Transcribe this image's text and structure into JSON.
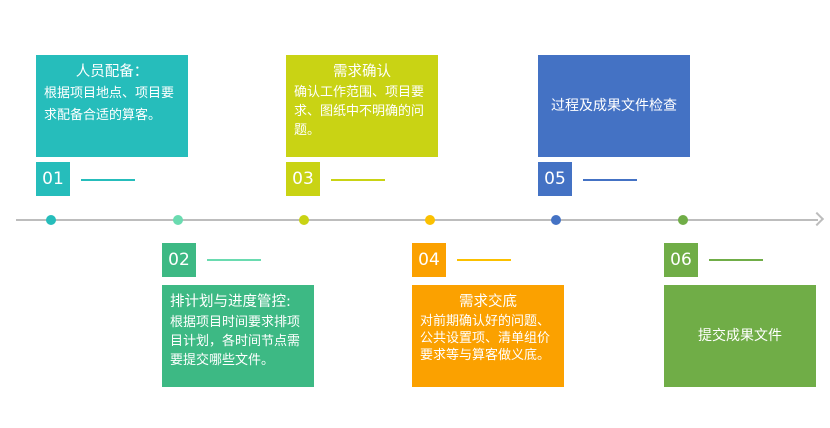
{
  "steps": [
    {
      "number": "01",
      "title": "人员配备：",
      "body": "根据项目地点、项目要求配备合适的算客。",
      "color": "#26BDBB",
      "line_color": "#26BDBB",
      "side": "top"
    },
    {
      "number": "02",
      "title": "排计划与进度管控:",
      "body": "根据项目时间要求排项目计划，各时间节点需要提交哪些文件。",
      "color": "#3DB984",
      "line_color": "#6ADBB0",
      "side": "bottom"
    },
    {
      "number": "03",
      "title": "需求确认",
      "body": "确认工作范围、项目要求、图纸中不明确的问题。",
      "color": "#C9D314",
      "line_color": "#C9D314",
      "side": "top"
    },
    {
      "number": "04",
      "title": "需求交底",
      "body": "对前期确认好的问题、公共设置项、清单组价要求等与算客做义底。",
      "color": "#FBA100",
      "line_color": "#FBC000",
      "side": "bottom"
    },
    {
      "number": "05",
      "title": "过程及成果文件检查",
      "body": "",
      "color": "#4472C4",
      "line_color": "#4472C4",
      "side": "top"
    },
    {
      "number": "06",
      "title": "提交成果文件",
      "body": "",
      "color": "#70AD47",
      "line_color": "#70AD47",
      "side": "bottom"
    }
  ],
  "dot_colors": [
    "#26BDBB",
    "#6ADBB0",
    "#C9D314",
    "#FBC000",
    "#4472C4",
    "#70AD47"
  ]
}
